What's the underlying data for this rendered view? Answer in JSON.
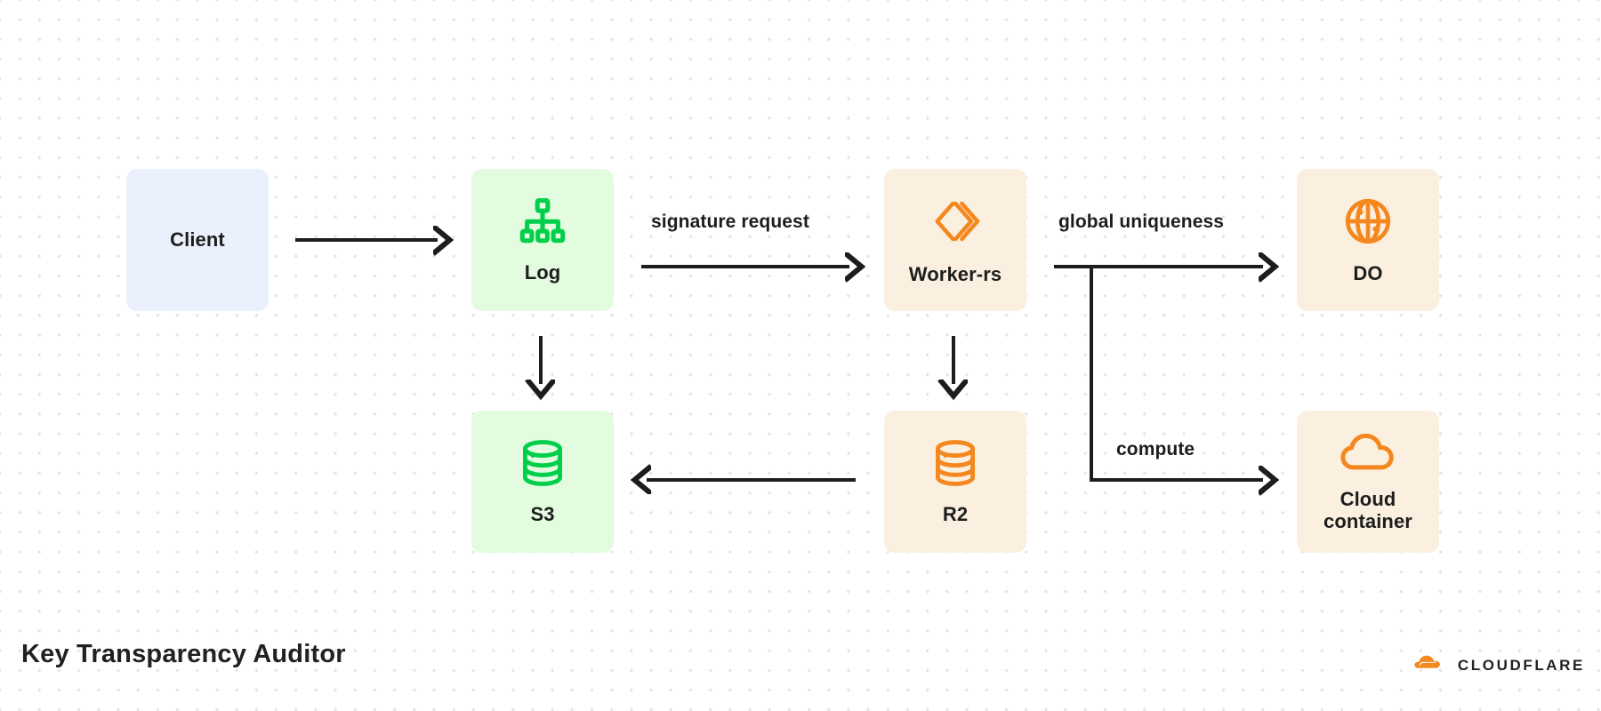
{
  "diagram": {
    "title": "Key Transparency Auditor",
    "background": {
      "color": "#ffffff",
      "dot_color": "#e4e4e4",
      "pattern": "dot-grid"
    },
    "palette": {
      "client_fill": "#eaf1fd",
      "green_fill": "#e3fbdf",
      "green_icon": "#00cf4a",
      "orange_fill": "#fbf0e0",
      "orange_icon": "#f4881f",
      "text": "#1d1d1d",
      "arrow": "#1d1d1d"
    },
    "nodes": [
      {
        "id": "client",
        "label": "Client",
        "icon": "none",
        "fill": "client"
      },
      {
        "id": "log",
        "label": "Log",
        "icon": "sitemap-icon",
        "fill": "green"
      },
      {
        "id": "worker_rs",
        "label": "Worker-rs",
        "icon": "workers-icon",
        "fill": "orange"
      },
      {
        "id": "do",
        "label": "DO",
        "icon": "globe-icon",
        "fill": "orange"
      },
      {
        "id": "s3",
        "label": "S3",
        "icon": "database-icon",
        "fill": "green"
      },
      {
        "id": "r2",
        "label": "R2",
        "icon": "database-icon",
        "fill": "orange"
      },
      {
        "id": "cloud_container",
        "label": "Cloud\ncontainer",
        "label_line1": "Cloud",
        "label_line2": "container",
        "icon": "cloud-icon",
        "fill": "orange"
      }
    ],
    "edges": [
      {
        "id": "client-to-log",
        "from": "client",
        "to": "log",
        "label": "",
        "direction": "right"
      },
      {
        "id": "log-to-worker",
        "from": "log",
        "to": "worker_rs",
        "label": "signature request",
        "direction": "right"
      },
      {
        "id": "log-to-s3",
        "from": "log",
        "to": "s3",
        "label": "",
        "direction": "down"
      },
      {
        "id": "worker-to-r2",
        "from": "worker_rs",
        "to": "r2",
        "label": "",
        "direction": "down"
      },
      {
        "id": "r2-to-s3",
        "from": "r2",
        "to": "s3",
        "label": "",
        "direction": "left"
      },
      {
        "id": "worker-to-do",
        "from": "worker_rs",
        "to": "do",
        "label": "global uniqueness",
        "direction": "right"
      },
      {
        "id": "worker-to-cloud",
        "from": "worker_rs",
        "to": "cloud_container",
        "label": "compute",
        "direction": "right"
      }
    ],
    "edge_labels": {
      "signature_request": "signature request",
      "global_uniqueness": "global uniqueness",
      "compute": "compute"
    },
    "brand": {
      "name": "CLOUDFLARE",
      "logo": "cloudflare-cloud-icon",
      "color": "#f4881f"
    }
  }
}
